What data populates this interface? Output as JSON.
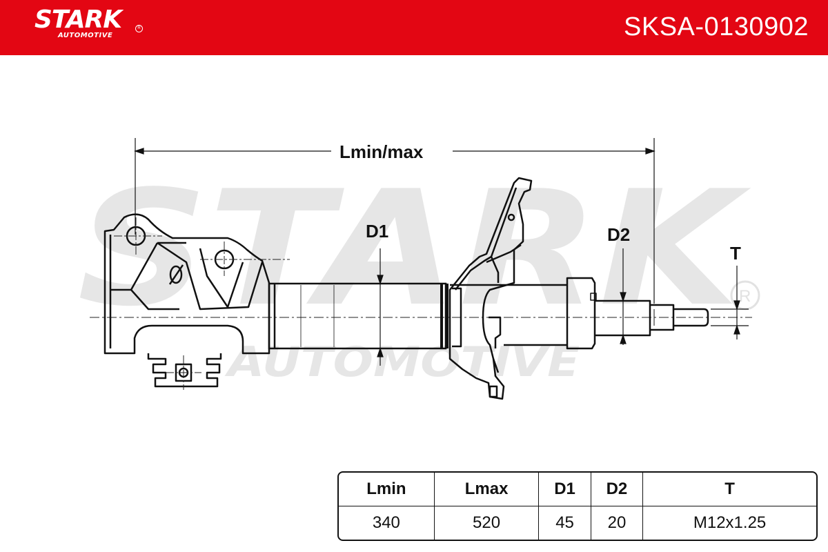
{
  "header": {
    "brand": "STARK",
    "brand_sub": "AUTOMOTIVE",
    "part_number": "SKSA-0130902",
    "color": "#e30613"
  },
  "watermark": {
    "main": "STARK",
    "sub": "AUTOMOTIVE"
  },
  "dimensions": {
    "length": "Lmin/max",
    "d1": "D1",
    "d2": "D2",
    "thread": "T"
  },
  "table": {
    "headers": [
      "Lmin",
      "Lmax",
      "D1",
      "D2",
      "T"
    ],
    "values": [
      "340",
      "520",
      "45",
      "20",
      "M12x1.25"
    ]
  }
}
